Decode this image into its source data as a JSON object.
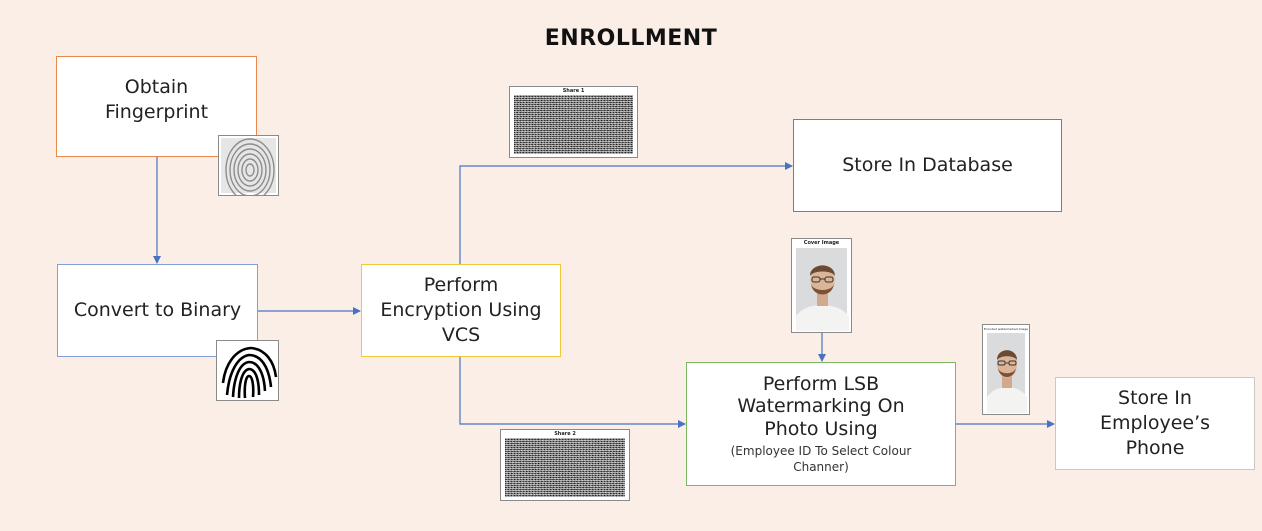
{
  "title": "ENROLLMENT",
  "nodes": {
    "obtain": "Obtain Fingerprint",
    "convert": "Convert to Binary",
    "encrypt": "Perform Encryption Using VCS",
    "store_db": "Store In Database",
    "lsb_main": "Perform LSB Watermarking On Photo Using",
    "lsb_sub": "(Employee ID To Select Colour Channer)",
    "store_phone": "Store In Employee’s Phone"
  },
  "thumbnails": {
    "share1": "Share 1",
    "share2": "Share 2",
    "cover": "Cover Image",
    "watermarked": "Encoded watermarked image"
  },
  "colors": {
    "background": "#fbeee7",
    "arrow": "#4a72c4",
    "obtain_border": "#e8884a",
    "convert_border": "#7f9fd6",
    "encrypt_border": "#f0c93a",
    "store_db_border": "#5b7fcf",
    "lsb_border": "#7bb661",
    "store_phone_border": "#c8c8c8"
  },
  "icons": {
    "fingerprint_gray": "fingerprint-gray-icon",
    "fingerprint_binary": "fingerprint-binary-icon",
    "person": "person-photo-icon"
  }
}
